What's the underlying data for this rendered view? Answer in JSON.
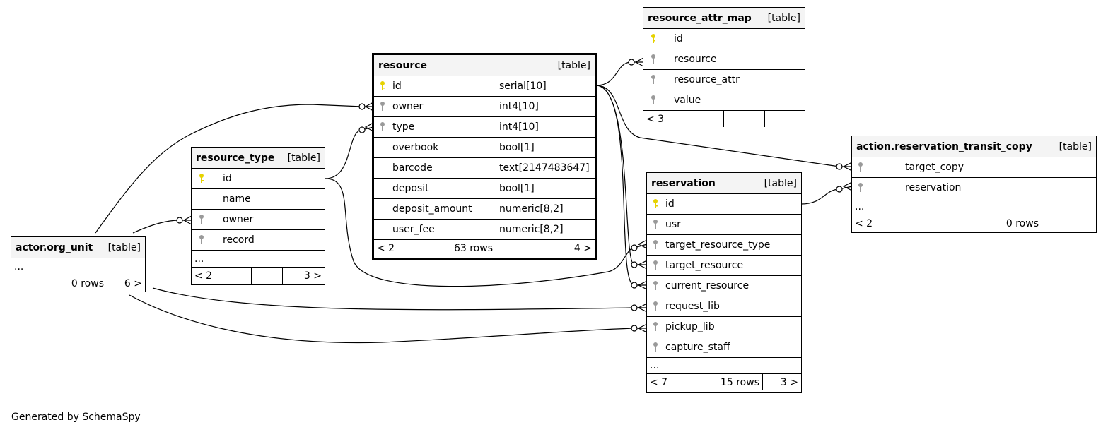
{
  "footer_text": "Generated by SchemaSpy",
  "tables": {
    "resource_attr_map": {
      "name": "resource_attr_map",
      "tag": "[table]",
      "columns": [
        "id",
        "resource",
        "resource_attr",
        "value"
      ],
      "footer": [
        "< 3",
        "",
        ""
      ]
    },
    "resource": {
      "name": "resource",
      "tag": "[table]",
      "columns": [
        {
          "name": "id",
          "type": "serial[10]"
        },
        {
          "name": "owner",
          "type": "int4[10]"
        },
        {
          "name": "type",
          "type": "int4[10]"
        },
        {
          "name": "overbook",
          "type": "bool[1]"
        },
        {
          "name": "barcode",
          "type": "text[2147483647]"
        },
        {
          "name": "deposit",
          "type": "bool[1]"
        },
        {
          "name": "deposit_amount",
          "type": "numeric[8,2]"
        },
        {
          "name": "user_fee",
          "type": "numeric[8,2]"
        }
      ],
      "footer": [
        "< 2",
        "63 rows",
        "4 >"
      ]
    },
    "resource_type": {
      "name": "resource_type",
      "tag": "[table]",
      "columns": [
        "id",
        "name",
        "owner",
        "record"
      ],
      "ellipsis": "...",
      "footer": [
        "< 2",
        "",
        "3 >"
      ]
    },
    "org_unit": {
      "name": "actor.org_unit",
      "tag": "[table]",
      "ellipsis": "...",
      "footer": [
        "",
        "0 rows",
        "6 >"
      ]
    },
    "reservation": {
      "name": "reservation",
      "tag": "[table]",
      "columns": [
        "id",
        "usr",
        "target_resource_type",
        "target_resource",
        "current_resource",
        "request_lib",
        "pickup_lib",
        "capture_staff"
      ],
      "ellipsis": "...",
      "footer": [
        "< 7",
        "15 rows",
        "3 >"
      ]
    },
    "transit_copy": {
      "name": "action.reservation_transit_copy",
      "tag": "[table]",
      "columns": [
        "target_copy",
        "reservation"
      ],
      "ellipsis": "...",
      "footer": [
        "< 2",
        "0 rows",
        ""
      ]
    }
  },
  "colors": {
    "primary_key": "#e6d200",
    "foreign_key": "#9a9a9a",
    "header_bg": "#f4f4f4"
  }
}
